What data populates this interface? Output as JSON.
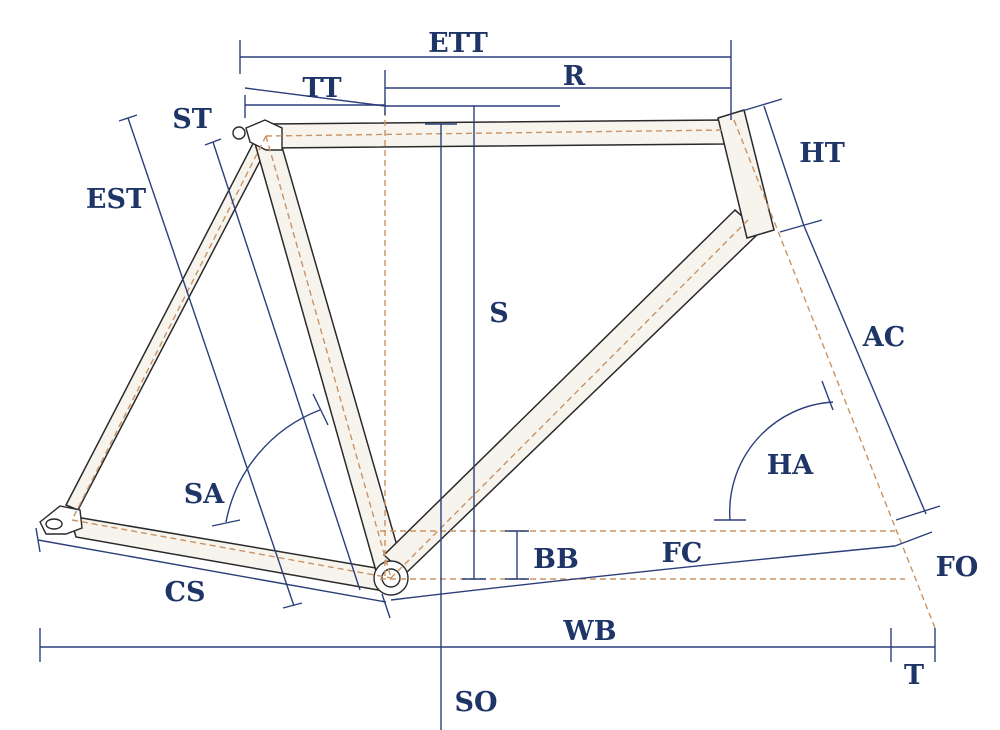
{
  "diagram": {
    "labels": {
      "ett": "ETT",
      "tt": "TT",
      "r": "R",
      "st": "ST",
      "ht": "HT",
      "est": "EST",
      "s": "S",
      "ac": "AC",
      "ha": "HA",
      "sa": "SA",
      "bb": "BB",
      "fc": "FC",
      "fo": "FO",
      "cs": "CS",
      "wb": "WB",
      "t": "T",
      "so": "SO"
    },
    "colors": {
      "dimension_line": "#2b3f7a",
      "label": "#1f3568",
      "tube_outline": "#2a2a2a",
      "tube_fill": "#f7f4ee",
      "centerline": "#c99364"
    }
  }
}
